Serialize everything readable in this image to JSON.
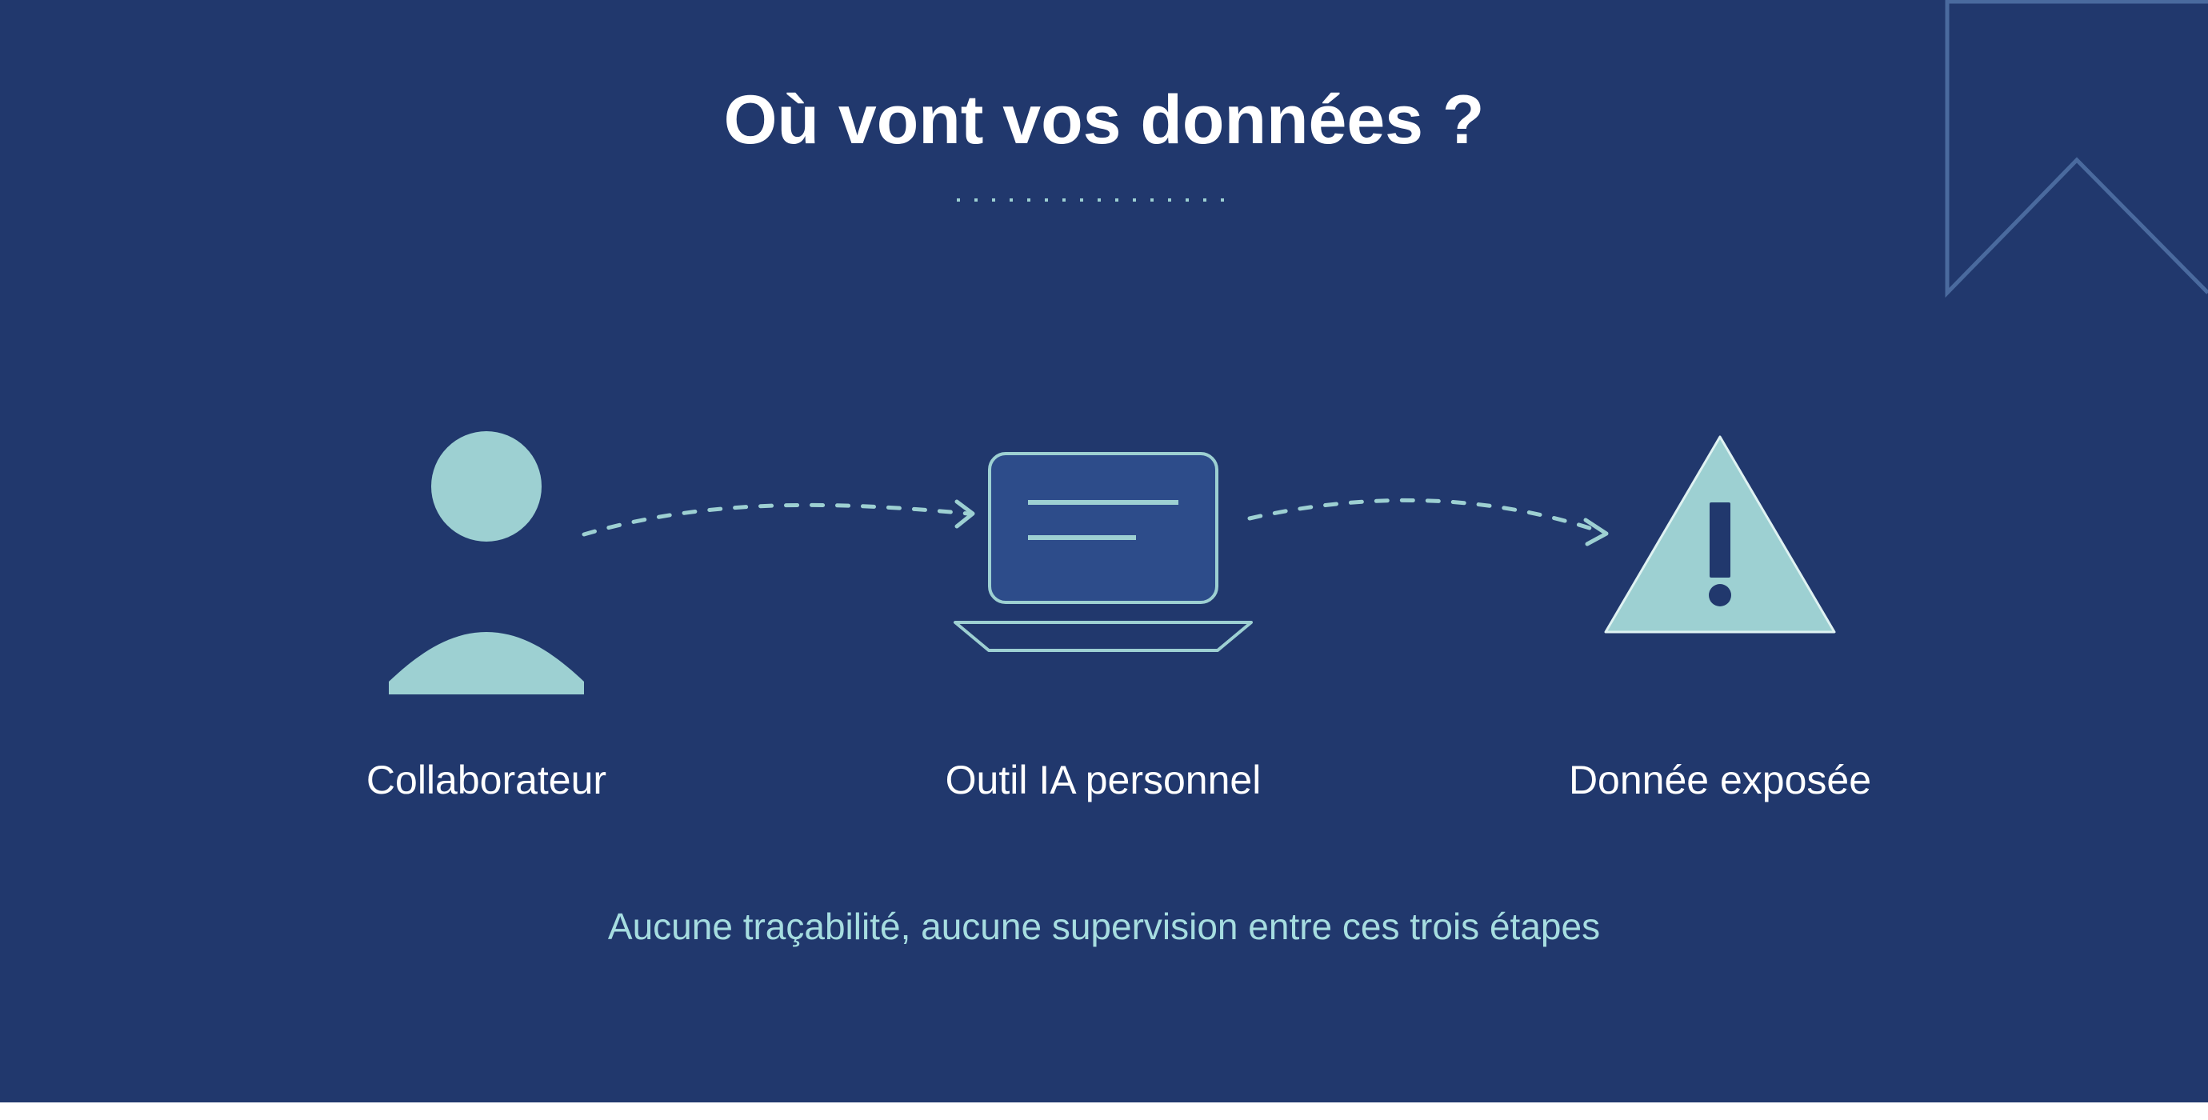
{
  "slide": {
    "title": "Où vont vos données ?",
    "caption": "Aucune traçabilité, aucune supervision entre ces trois étapes"
  },
  "nodes": [
    {
      "id": "collaborateur",
      "label": "Collaborateur",
      "icon": "person-icon"
    },
    {
      "id": "outil-ia",
      "label": "Outil IA personnel",
      "icon": "laptop-icon"
    },
    {
      "id": "donnee",
      "label": "Donnée exposée",
      "icon": "warning-icon"
    }
  ],
  "edges": [
    {
      "from": "collaborateur",
      "to": "outil-ia",
      "style": "dashed-arrow"
    },
    {
      "from": "outil-ia",
      "to": "donnee",
      "style": "dashed-arrow"
    }
  ],
  "colors": {
    "background": "#21386d",
    "accent": "#9dd0d2",
    "text": "#ffffff",
    "caption": "#a6dde0",
    "screen": "#2d4c8a",
    "deco_line": "#4a6a9e"
  }
}
